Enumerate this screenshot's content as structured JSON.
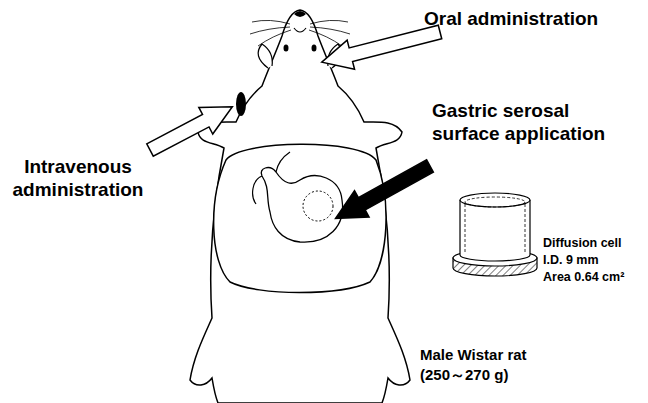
{
  "diagram": {
    "labels": [
      "Oral administration",
      "Intravenous administration",
      "Gastric serosal surface application",
      "Diffusion cell",
      "I.D. 9 mm",
      "Area 0.64 cm²",
      "Male Wistar rat",
      "(250～270 g)"
    ]
  }
}
